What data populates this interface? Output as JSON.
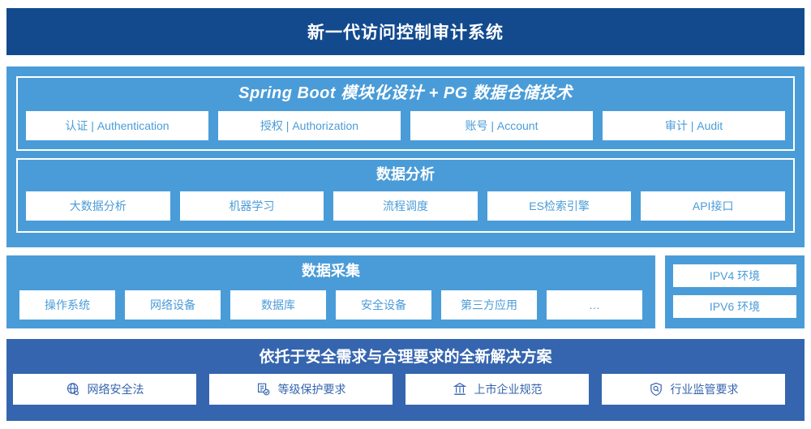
{
  "header": {
    "title": "新一代访问控制审计系统"
  },
  "upper_panel": {
    "springboot": {
      "heading": "Spring Boot 模块化设计 + PG 数据仓储技术",
      "items": [
        "认证 | Authentication",
        "授权 | Authorization",
        "账号 | Account",
        "审计 | Audit"
      ]
    },
    "analysis": {
      "heading": "数据分析",
      "items": [
        "大数据分析",
        "机器学习",
        "流程调度",
        "ES检索引擎",
        "API接口"
      ]
    }
  },
  "collection": {
    "heading": "数据采集",
    "items": [
      "操作系统",
      "网络设备",
      "数据库",
      "安全设备",
      "第三方应用",
      "…"
    ]
  },
  "environment": {
    "items": [
      "IPV4 环境",
      "IPV6 环境"
    ]
  },
  "solution": {
    "heading": "依托于安全需求与合理要求的全新解决方案",
    "items": [
      {
        "label": "网络安全法",
        "icon": "globe-icon"
      },
      {
        "label": "等级保护要求",
        "icon": "document-check-icon"
      },
      {
        "label": "上市企业规范",
        "icon": "bank-building-icon"
      },
      {
        "label": "行业监管要求",
        "icon": "shield-search-icon"
      }
    ]
  },
  "colors": {
    "header_navy": "#134a8e",
    "panel_light_blue": "#4a9cd8",
    "panel_mid_blue": "#3565ae",
    "chip_background": "#ffffff"
  }
}
